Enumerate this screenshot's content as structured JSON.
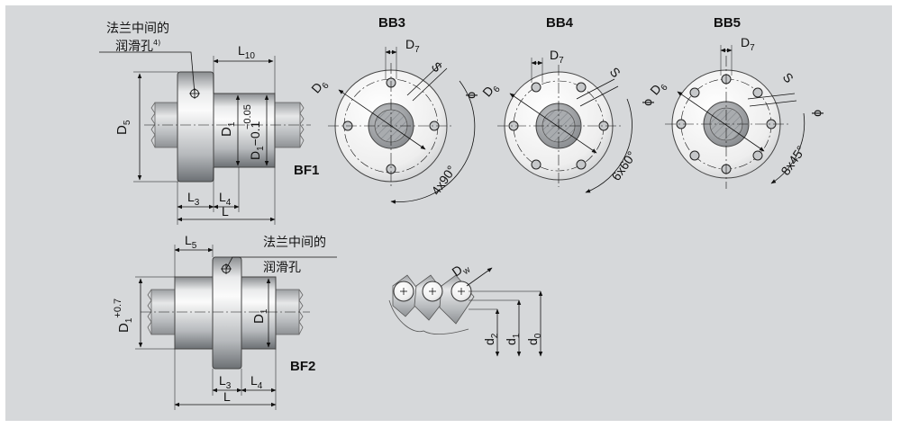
{
  "colors": {
    "panel": "#d6d8da",
    "metal_light": "#f2f2f2",
    "metal_mid": "#b9bcbf",
    "metal_dark": "#6f7377",
    "shaft": "#c9cccf",
    "core": "#9c9fa2",
    "line": "#111111"
  },
  "icons": {
    "lube_hole": "crosshair-circle-icon",
    "ball": "ball-plus-icon"
  },
  "labels": {
    "bf1_title": "BF1",
    "bf2_title": "BF2",
    "bb3_title": "BB3",
    "bb4_title": "BB4",
    "bb5_title": "BB5",
    "lube_note_line1": "法兰中间的",
    "lube_note_line2_bf1": "润滑孔",
    "lube_note_sup": "4)",
    "lube_note_line2_bf2": "润滑孔",
    "D": "D",
    "L": "L",
    "d": "d",
    "S": "S",
    "phi": "ϕ",
    "sub_1": "1",
    "sub_5": "5",
    "sub_6": "6",
    "sub_7": "7",
    "sub_3": "3",
    "sub_4": "4",
    "sub_10": "10",
    "sub_w": "w",
    "sub_0": "0",
    "sub_2": "2",
    "tol_upper_bf1": "−0.05",
    "tol_lower_bf1": "−0.1",
    "tol_upper_bf2": "+0.7",
    "pattern_bb3": "4x90°",
    "pattern_bb4": "6x60°",
    "pattern_bb5": "8x45°"
  }
}
